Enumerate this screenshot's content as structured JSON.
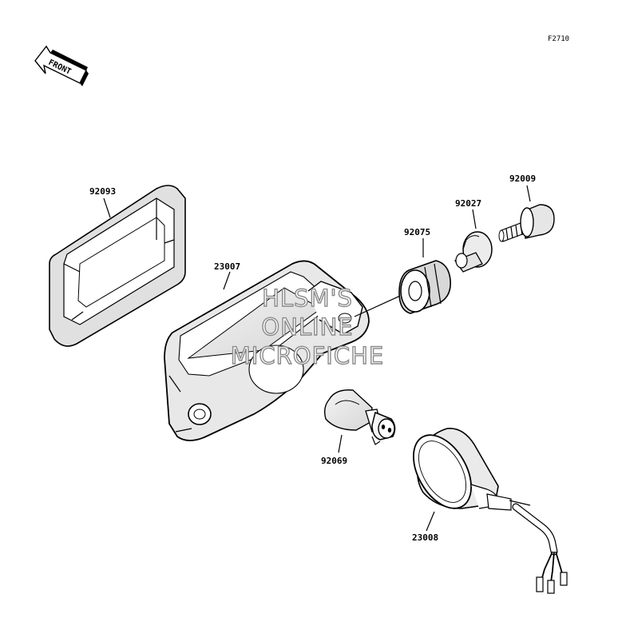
{
  "ref_code": "F2710",
  "front_label": "FRONT",
  "watermark": [
    "HLSM'S",
    "ONLINE",
    "MICROFICHE"
  ],
  "parts": {
    "p92093": "92093",
    "p23007": "23007",
    "p92075": "92075",
    "p92027": "92027",
    "p92009": "92009",
    "p92069": "92069",
    "p23008": "23008"
  }
}
